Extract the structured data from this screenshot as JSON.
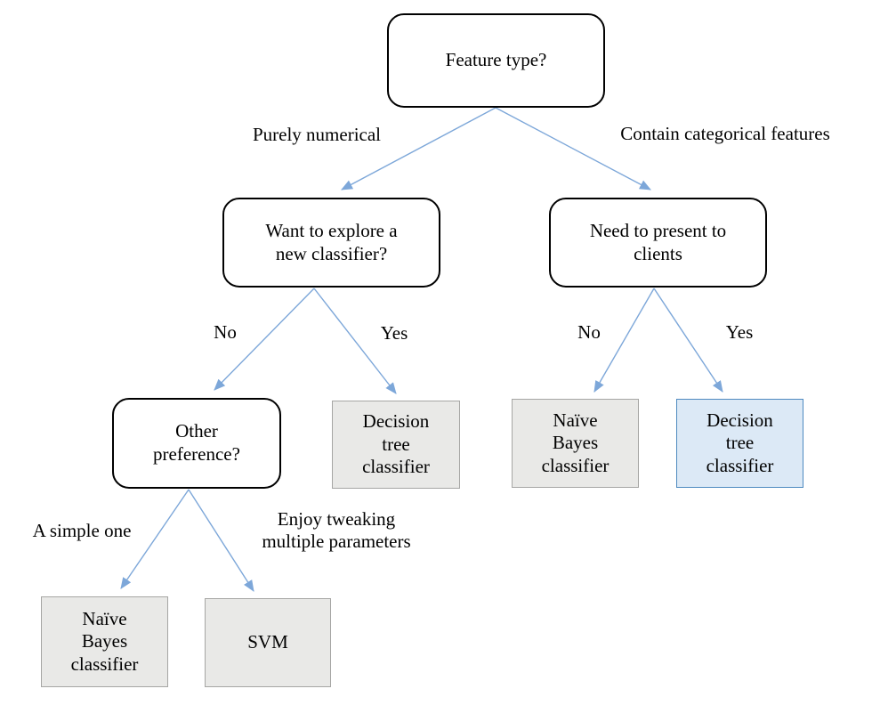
{
  "colors": {
    "edge": "#7da7d9",
    "leaf_fill": "#e9e9e7",
    "leaf_border": "#a6a6a4",
    "hl_fill": "#dce9f6",
    "hl_border": "#4e8ac0",
    "decision_fill": "#ffffff",
    "decision_border": "#000000",
    "text": "#000000"
  },
  "nodes": {
    "feature_type": {
      "label": "Feature type?",
      "kind": "decision"
    },
    "want_explore": {
      "label": "Want to explore a\nnew classifier?",
      "kind": "decision"
    },
    "need_present": {
      "label": "Need to present to\nclients",
      "kind": "decision"
    },
    "other_preference": {
      "label": "Other\npreference?",
      "kind": "decision"
    },
    "decision_tree_left": {
      "label": "Decision\ntree\nclassifier",
      "kind": "leaf"
    },
    "naive_bayes_right": {
      "label": "Naïve\nBayes\nclassifier",
      "kind": "leaf"
    },
    "decision_tree_right": {
      "label": "Decision\ntree\nclassifier",
      "kind": "leaf-highlighted"
    },
    "naive_bayes_bottom": {
      "label": "Naïve\nBayes\nclassifier",
      "kind": "leaf"
    },
    "svm": {
      "label": "SVM",
      "kind": "leaf"
    }
  },
  "edge_labels": {
    "purely_numerical": "Purely numerical",
    "contain_categorical": "Contain categorical features",
    "no_left": "No",
    "yes_left": "Yes",
    "no_right": "No",
    "yes_right": "Yes",
    "a_simple_one": "A simple one",
    "enjoy_tweaking": "Enjoy tweaking\nmultiple parameters"
  }
}
